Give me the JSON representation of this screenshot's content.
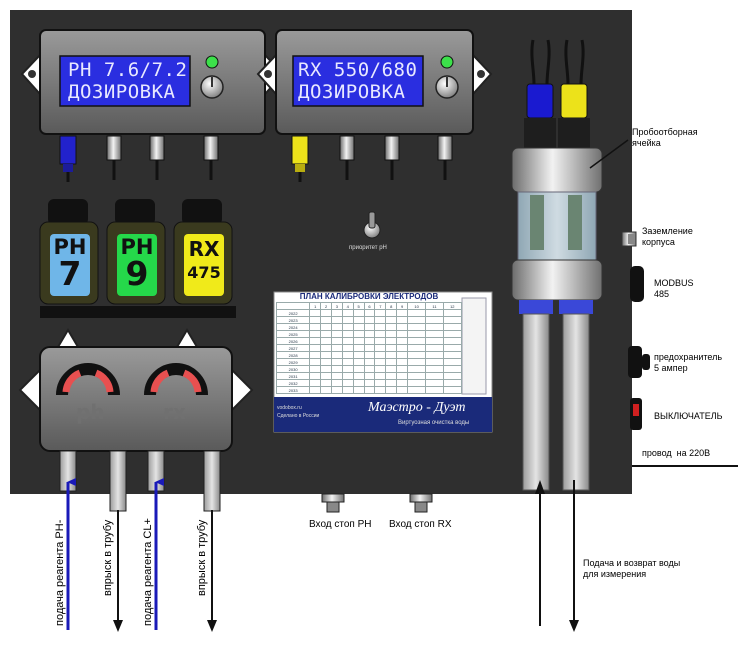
{
  "controllers": [
    {
      "line1": "PH 7.6/7.2",
      "line2": "ДОЗИРОВКА"
    },
    {
      "line1": "RX 550/680",
      "line2": "ДОЗИРОВКА"
    }
  ],
  "bottles": [
    {
      "top": "PH",
      "bottom": "7",
      "color": "#6fb6e8"
    },
    {
      "top": "PH",
      "bottom": "9",
      "color": "#25d84a"
    },
    {
      "top": "RX",
      "bottom": "475",
      "color": "#f0ea1a"
    }
  ],
  "priority_label": "приоритет pH",
  "pumps": [
    "ph",
    "rx"
  ],
  "calibration": {
    "title": "ПЛАН КАЛИБРОВКИ ЭЛЕКТРОДОВ",
    "months": [
      "1",
      "2",
      "3",
      "4",
      "5",
      "6",
      "7",
      "8",
      "9",
      "10",
      "11",
      "12"
    ],
    "years": [
      "2022",
      "2023",
      "2024",
      "2025",
      "2026",
      "2027",
      "2028",
      "2029",
      "2030",
      "2031",
      "2032",
      "2033"
    ],
    "footer_left_1": "vodobox.ru",
    "footer_left_2": "Сделано в России",
    "brand": "Маэстро - Дуэт",
    "slogan": "Виртуозная очистка воды"
  },
  "labels": {
    "sampling_cell": "Пробоотборная\nячейка",
    "grounding": "Заземление\nкорпуса",
    "modbus": "MODBUS\n485",
    "fuse": "предохранитель\n5 ампер",
    "switch": "ВЫКЛЮЧАТЕЛЬ",
    "power": "провод  на 220В",
    "stop_ph": "Вход стоп PH",
    "stop_rx": "Вход стоп RX",
    "water": "Подача и возврат воды\nдля измерения",
    "feed_ph": "подача реагента PH-",
    "inject_1": "впрыск в трубу",
    "feed_cl": "подача реагента CL+",
    "inject_2": "впрыск в трубу"
  },
  "colors": {
    "panel": "#2f2f2f",
    "lcd": "#2a2ee0",
    "arrow_blue": "#1a1ab8"
  }
}
